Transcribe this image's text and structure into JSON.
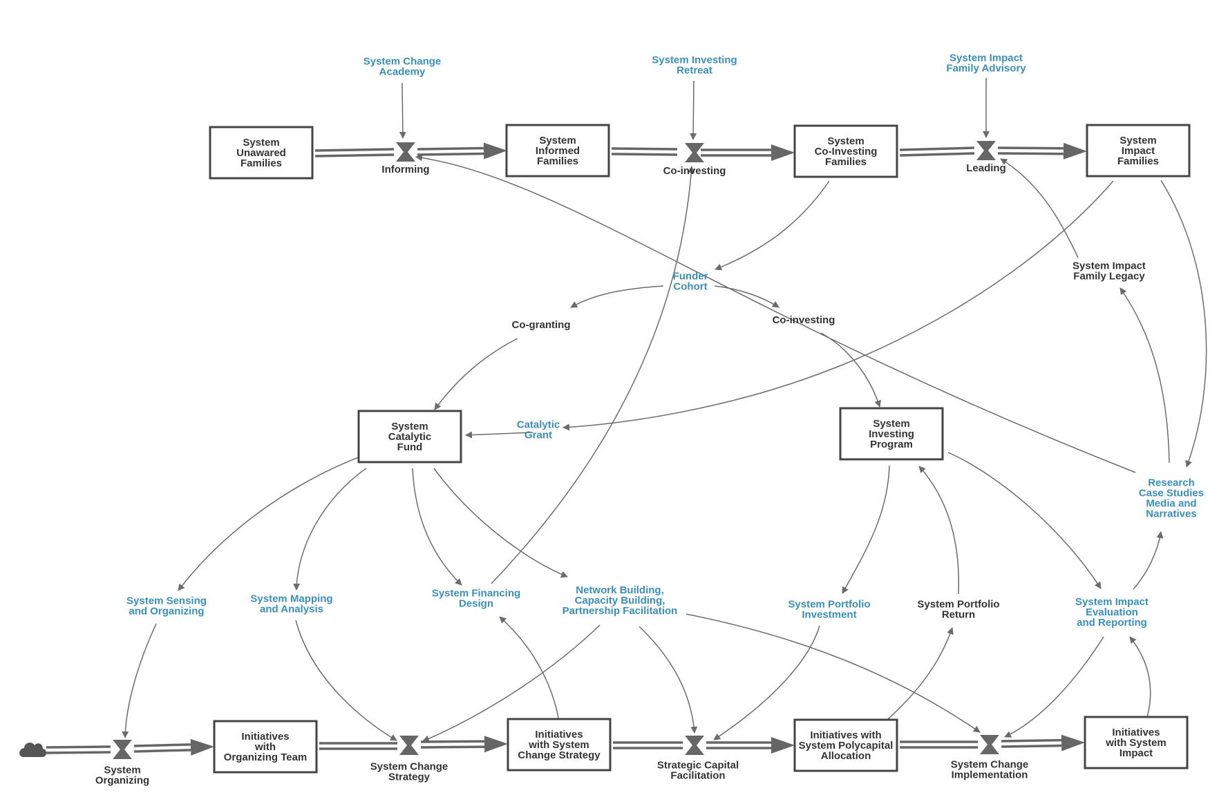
{
  "colors": {
    "stock_border": "#444444",
    "flow_pipe": "#666666",
    "link_line": "#6b6b6b",
    "label_dark": "#333333",
    "label_accent": "#3a8fb7"
  },
  "stocks": {
    "system_unawared_families": "System\nUnawared\nFamilies",
    "system_informed_families": "System\nInformed\nFamilies",
    "system_co_investing_families": "System\nCo-Investing\nFamilies",
    "system_impact_families": "System\nImpact\nFamilies",
    "system_catalytic_fund": "System\nCatalytic\nFund",
    "system_investing_program": "System\nInvesting\nProgram",
    "initiatives_organizing_team": "Initiatives\nwith\nOrganizing Team",
    "initiatives_system_change_strategy": "Initiatives\nwith System\nChange Strategy",
    "initiatives_polycapital_allocation": "Initiatives with\nSystem Polycapital\nAllocation",
    "initiatives_system_impact": "Initiatives\nwith System\nImpact"
  },
  "flows": {
    "informing": "Informing",
    "co_investing": "Co-investing",
    "leading": "Leading",
    "system_organizing": "System\nOrganizing",
    "system_change_strategy": "System Change\nStrategy",
    "strategic_capital_facilitation": "Strategic Capital\nFacilitation",
    "system_change_implementation": "System Change\nImplementation"
  },
  "variables": {
    "system_change_academy": "System Change\nAcademy",
    "system_investing_retreat": "System Investing\nRetreat",
    "system_impact_family_advisory": "System Impact\nFamily Advisory",
    "funder_cohort": "Funder\nCohort",
    "co_granting": "Co-granting",
    "co_investing_link": "Co-investing",
    "system_impact_family_legacy": "System Impact\nFamily Legacy",
    "catalytic_grant": "Catalytic\nGrant",
    "research_case_studies": "Research\nCase Studies\nMedia and\nNarratives",
    "system_sensing_organizing": "System Sensing\nand Organizing",
    "system_mapping_analysis": "System Mapping\nand Analysis",
    "system_financing_design": "System Financing\nDesign",
    "network_building": "Network Building,\nCapacity Building,\nPartnership Facilitation",
    "system_portfolio_investment": "System Portfolio\nInvestment",
    "system_portfolio_return": "System Portfolio\nReturn",
    "system_impact_evaluation": "System Impact\nEvaluation\nand Reporting"
  },
  "icons": {
    "source": "cloud-icon",
    "valve": "hourglass-valve-icon"
  }
}
